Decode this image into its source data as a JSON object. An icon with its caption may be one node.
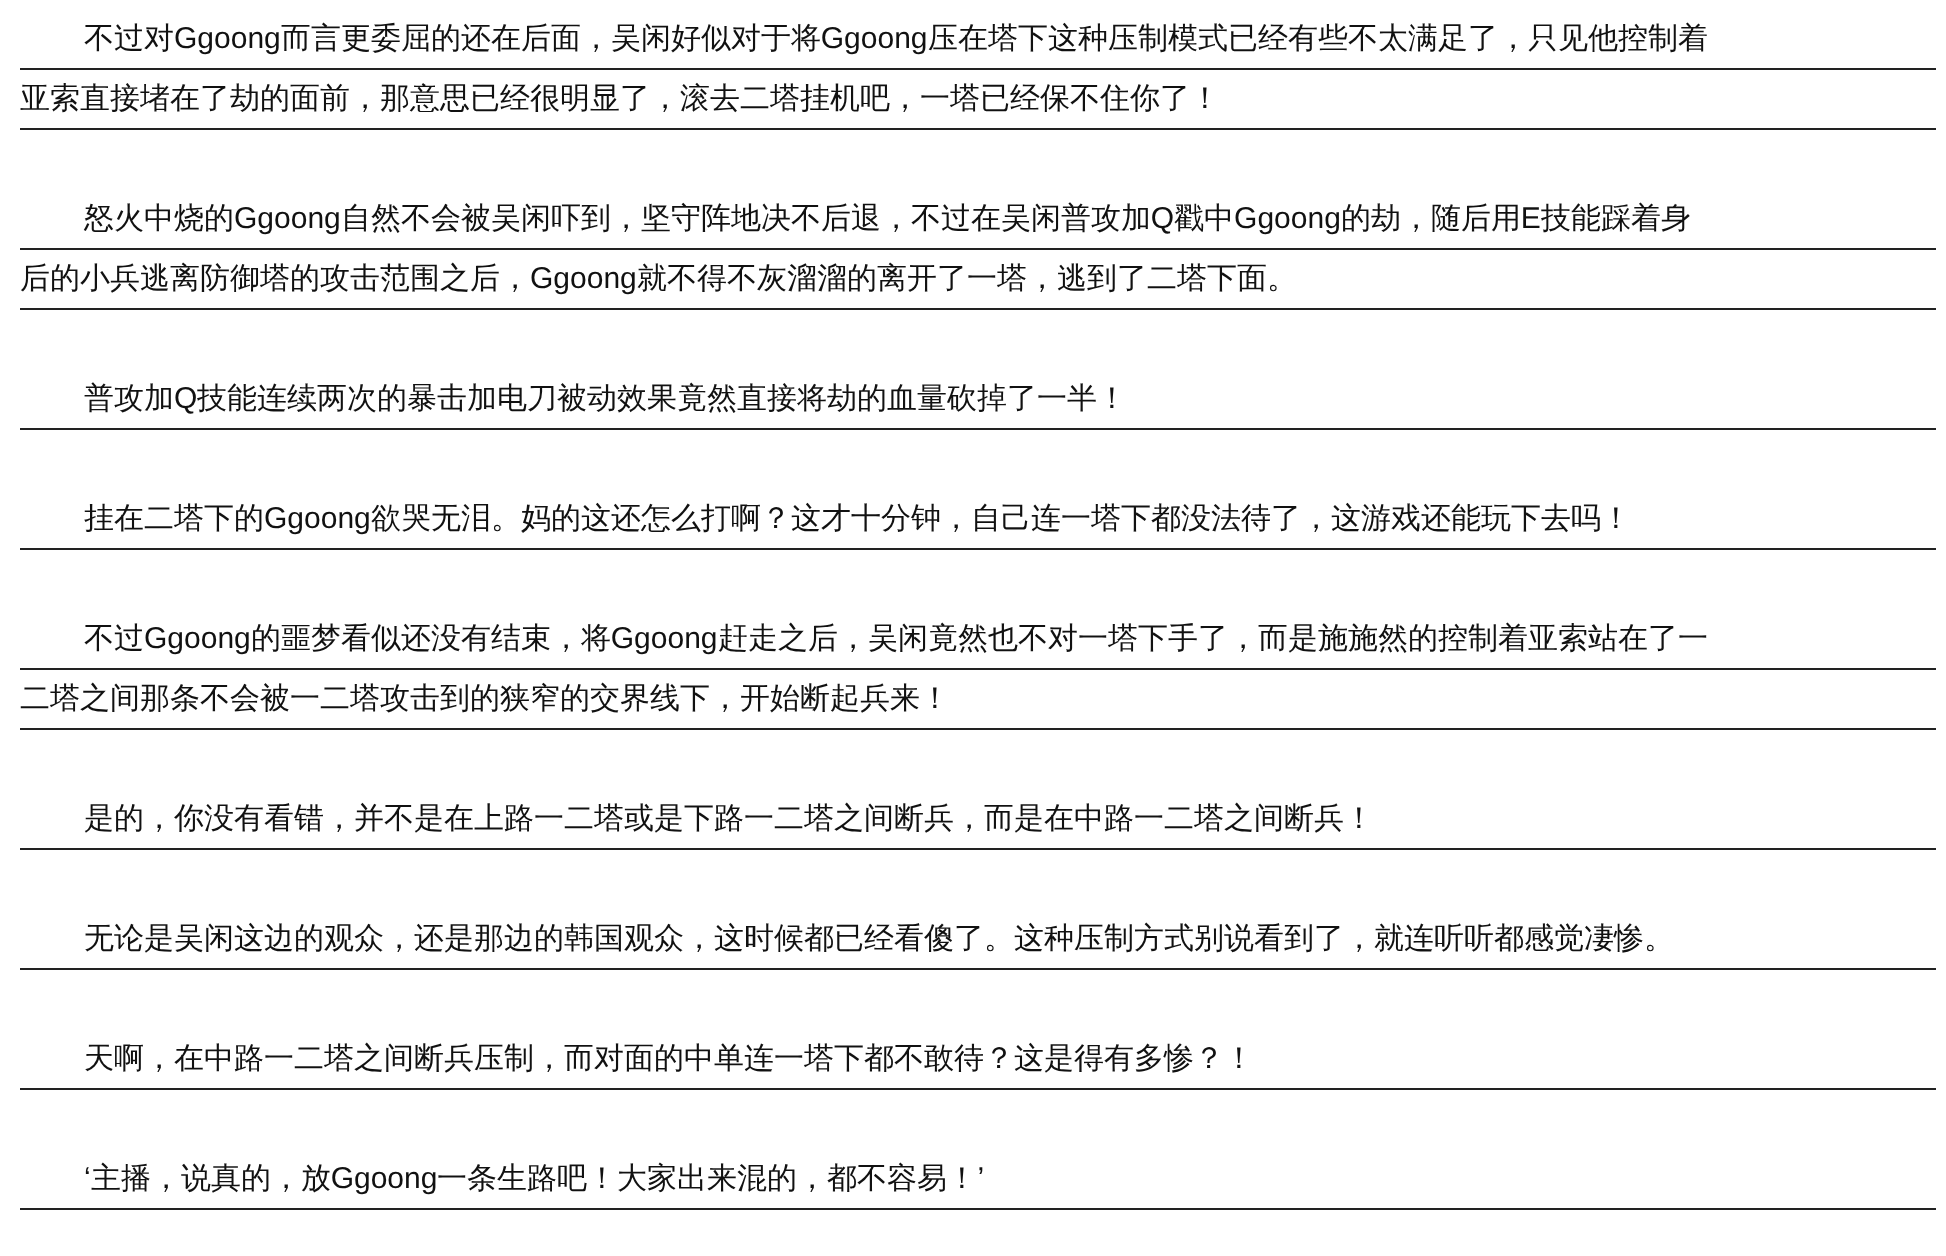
{
  "diagram": {
    "labels": [
      "不过对Ggoong而言更委屈的还在后面，吴闲好似对于将Ggoong压在塔下这种压制模式已经有些不太满足了，只见他控制着亚索直接堵在了劫的面前，那意思已经很明显了，滚去二塔挂机吧，一塔已经保不住你了！",
      "怒火中烧的Ggoong自然不会被吴闲吓到，坚守阵地决不后退，不过在吴闲普攻加Q戳中Ggoong的劫，随后用E技能踩着身后的小兵逃离防御塔的攻击范围之后，Ggoong就不得不灰溜溜的离开了一塔，逃到了二塔下面。",
      "普攻加Q技能连续两次的暴击加电刀被动效果竟然直接将劫的血量砍掉了一半！",
      "挂在二塔下的Ggoong欲哭无泪。妈的这还怎么打啊？这才十分钟，自己连一塔下都没法待了，这游戏还能玩下去吗！",
      "不过Ggoong的噩梦看似还没有结束，将Ggoong赶走之后，吴闲竟然也不对一塔下手了，而是施施然的控制着亚索站在了一二塔之间那条不会被一二塔攻击到的狭窄的交界线下，开始断起兵来！",
      "是的，你没有看错，并不是在上路一二塔或是下路一二塔之间断兵，而是在中路一二塔之间断兵！",
      "无论是吴闲这边的观众，还是那边的韩国观众，这时候都已经看傻了。这种压制方式别说看到了，就连听听都感觉凄惨。",
      "天啊，在中路一二塔之间断兵压制，而对面的中单连一塔下都不敢待？这是得有多惨？！",
      "‘主播，说真的，放Ggoong一条生路吧！大家出来混的，都不容易！’"
    ]
  }
}
